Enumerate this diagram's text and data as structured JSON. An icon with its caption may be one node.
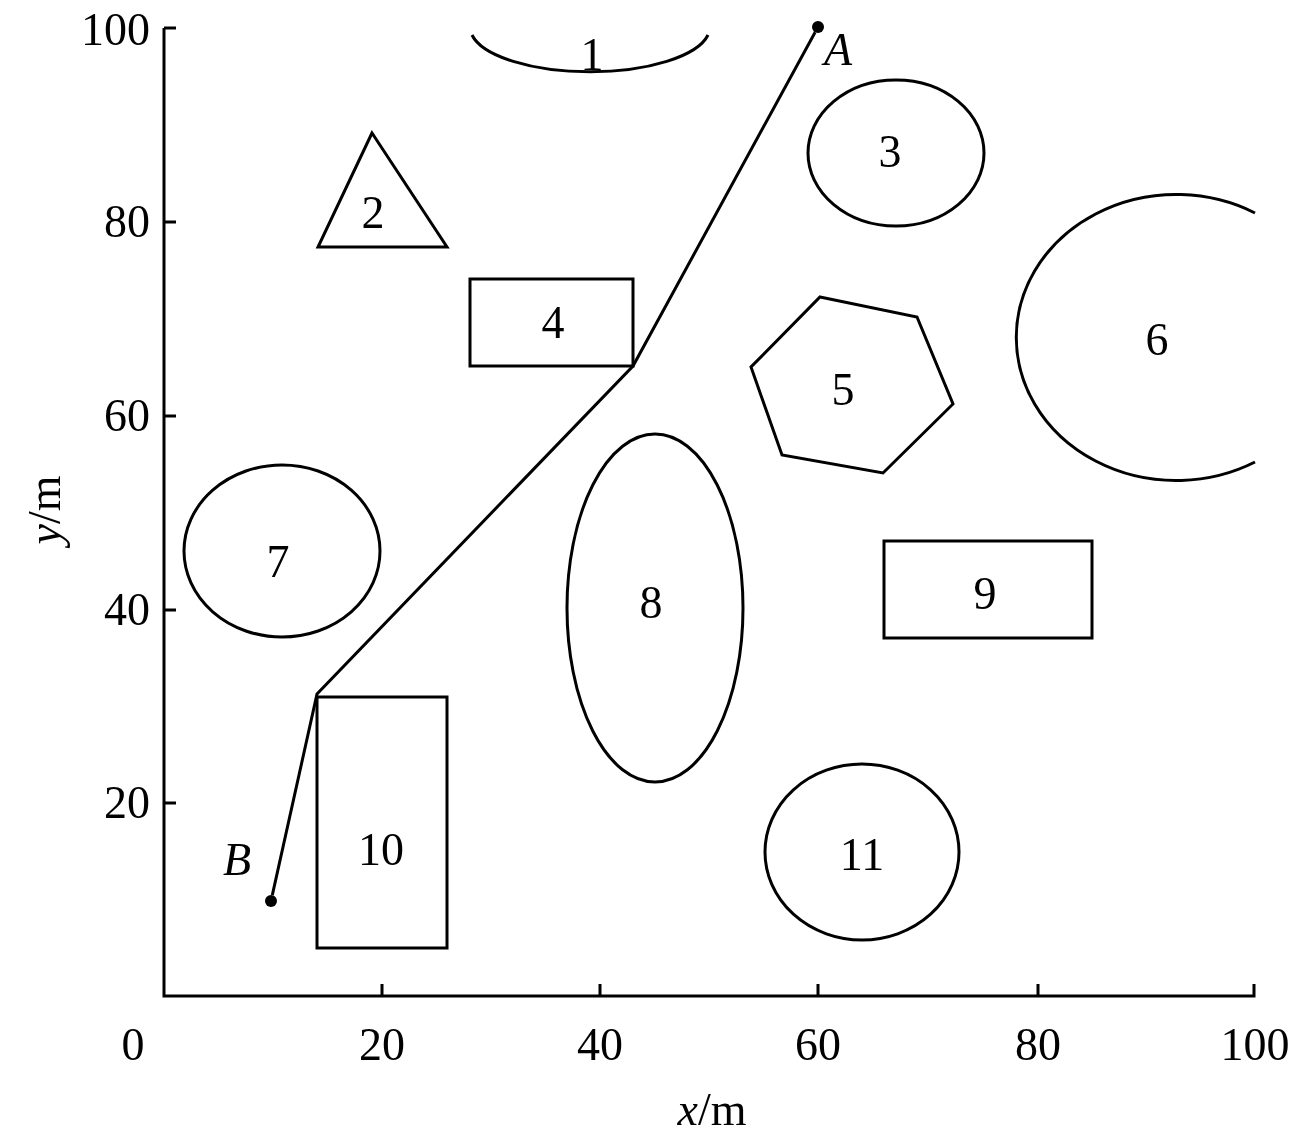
{
  "diagram": {
    "nodes": [
      {
        "text": [
          "1"
        ]
      },
      {
        "text": [
          "2"
        ]
      },
      {
        "text": [
          "3"
        ]
      },
      {
        "text": [
          "4"
        ]
      },
      {
        "text": [
          "5"
        ]
      },
      {
        "text": [
          "6"
        ]
      },
      {
        "text": [
          "7"
        ]
      },
      {
        "text": [
          "8"
        ]
      },
      {
        "text": [
          "9"
        ]
      },
      {
        "text": [
          "10"
        ]
      },
      {
        "text": [
          "11"
        ]
      },
      {
        "text": [
          "A"
        ]
      },
      {
        "text": [
          "B"
        ]
      }
    ],
    "edges": [
      {
        "from": 11,
        "to": 12,
        "arrow": "none"
      }
    ],
    "labels": [
      "100",
      "80",
      "60",
      "40",
      "20",
      "*y*/m",
      "0",
      "20",
      "40",
      "60",
      "80",
      "100",
      "*x*/m"
    ]
  }
}
